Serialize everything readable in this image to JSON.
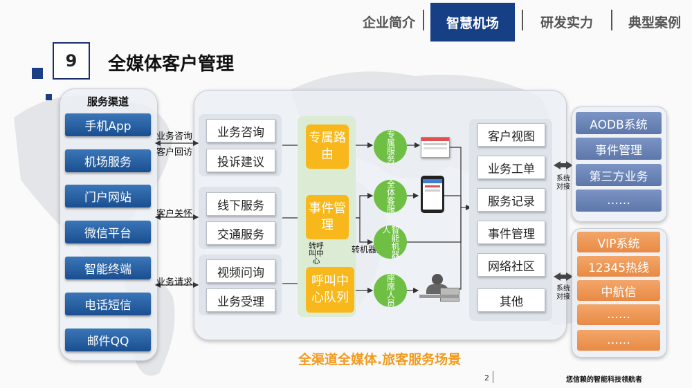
{
  "nav": {
    "tabs": [
      {
        "label": "企业简介",
        "active": false
      },
      {
        "label": "智慧机场",
        "active": true
      },
      {
        "label": "研发实力",
        "active": false
      },
      {
        "label": "典型案例",
        "active": false
      }
    ]
  },
  "section": {
    "number": "9",
    "title": "全媒体客户管理"
  },
  "channels": {
    "heading": "服务渠道",
    "items": [
      "手机App",
      "机场服务",
      "门户网站",
      "微信平台",
      "智能终端",
      "电话短信",
      "邮件QQ"
    ]
  },
  "links": {
    "consult_return": [
      "业务咨询",
      "客户回访"
    ],
    "customer_care": "客户关怀",
    "business_request": "业务请求"
  },
  "services": {
    "group1": [
      "业务咨询",
      "投诉建议"
    ],
    "group2": [
      "线下服务",
      "交通服务"
    ],
    "group3": [
      "视频问询",
      "业务受理"
    ]
  },
  "routing": {
    "boxes": [
      "专属路由",
      "事件管理",
      "呼叫中心队列"
    ],
    "transfer_label": "转呼叫中心",
    "robot_label": "转机器人"
  },
  "agents": [
    "专属服务",
    "全体客服",
    "智能机器人",
    "座席人员"
  ],
  "records": [
    "客户视图",
    "业务工单",
    "服务记录",
    "事件管理",
    "网络社区",
    "其他"
  ],
  "systems_top": {
    "items": [
      "AODB系统",
      "事件管理",
      "第三方业务",
      "……"
    ],
    "link_label": "系统对接"
  },
  "systems_bottom": {
    "items": [
      "VIP系统",
      "12345热线",
      "中航信",
      "……",
      "……"
    ],
    "link_label": "系统对接"
  },
  "caption": "全渠道全媒体.旅客服务场景",
  "footer": {
    "page": "2",
    "slogan": "您信赖的智能科技领航者"
  },
  "colors": {
    "accent": "#163f86",
    "orange": "#f8b81b",
    "green": "#6fbf45",
    "caption": "#f39a1e"
  }
}
